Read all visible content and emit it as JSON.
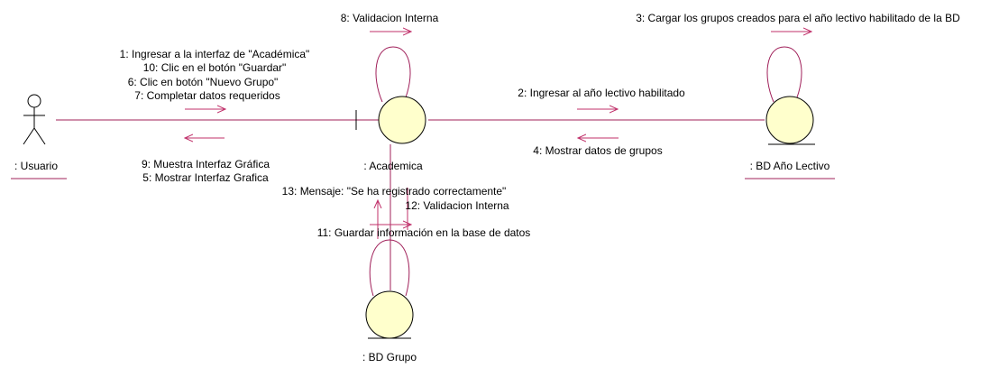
{
  "objects": {
    "usuario": ": Usuario",
    "academica": ": Academica",
    "bd_ano_lectivo": ": BD Año Lectivo",
    "bd_grupo": ": BD Grupo"
  },
  "messages": {
    "m1": "1: Ingresar a la interfaz de \"Académica\"",
    "m10": "10: Clic en el botón \"Guardar\"",
    "m6": "6: Clic en botón \"Nuevo Grupo\"",
    "m7": "7: Completar datos requeridos",
    "m9": "9: Muestra Interfaz Gráfica",
    "m5": "5: Mostrar Interfaz Grafica",
    "m8": "8: Validacion Interna",
    "m3": "3: Cargar los grupos creados para el año lectivo habilitado de la BD",
    "m2": "2: Ingresar al año lectivo habilitado",
    "m4": "4: Mostrar datos de grupos",
    "m13": "13: Mensaje: \"Se ha registrado correctamente\"",
    "m12": "12: Validacion Interna",
    "m11": "11: Guardar información en la base de datos"
  },
  "colors": {
    "link": "#a0205a",
    "node_fill": "#ffffcc"
  }
}
